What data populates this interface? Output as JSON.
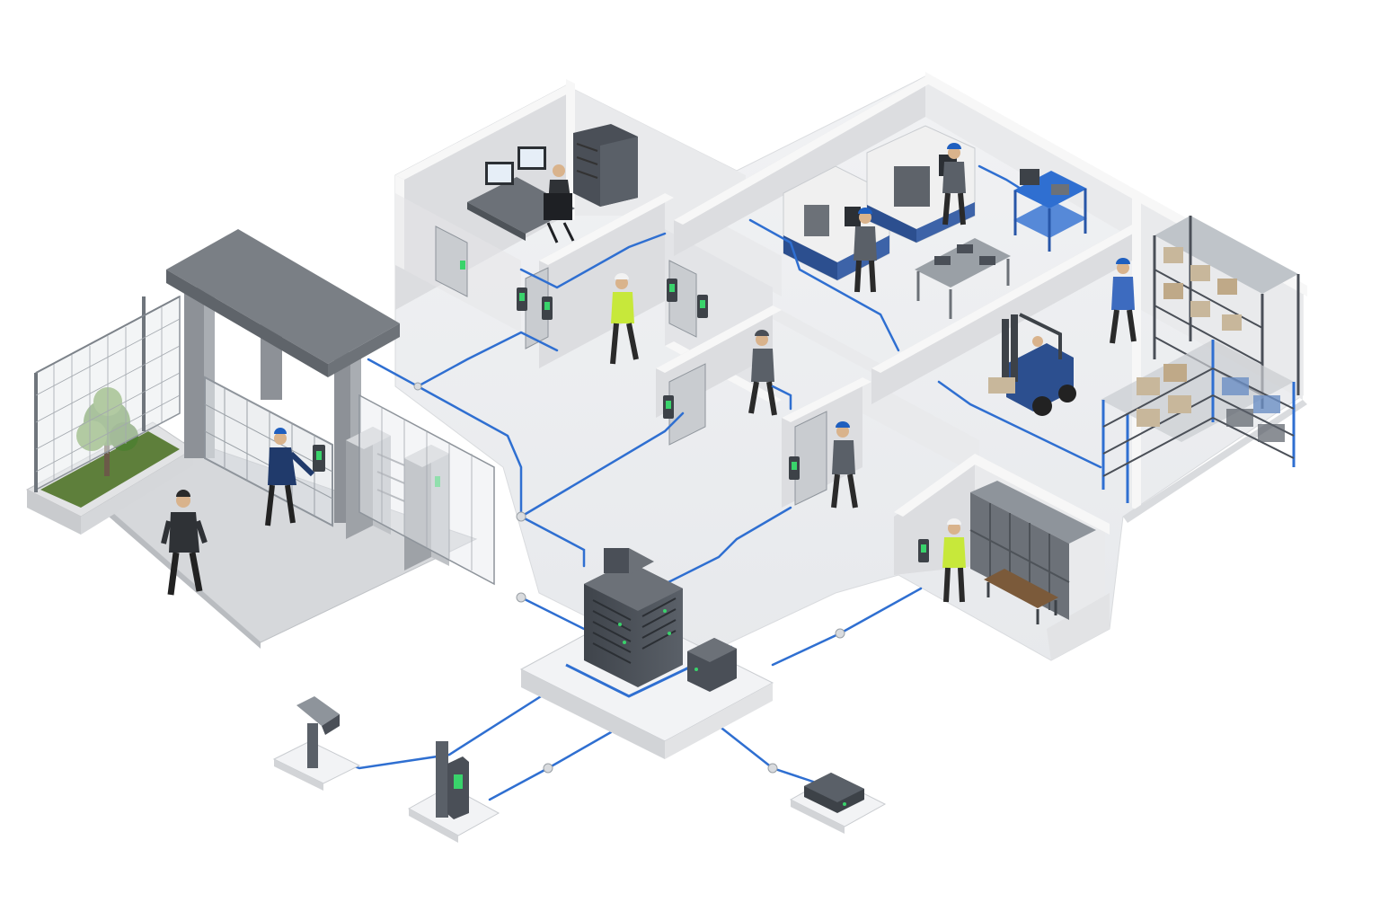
{
  "colors": {
    "background": "#ffffff",
    "floor": "#eef0f2",
    "wall_top": "#f7f7f7",
    "wall_left": "#dcdde0",
    "wall_right": "#e9eaec",
    "network_cable": "#2f6fd1",
    "server_body": "#4a4f57",
    "status_led": "#39d36b",
    "hardhat": "#1f5fbf",
    "safety_vest": "#c7e83a",
    "machine_blue": "#2c4f8f",
    "cardboard": "#c8b79b",
    "tree": "#5b8f3a"
  },
  "zones": [
    {
      "name": "entrance-gate",
      "icon": "canopy-gate-icon"
    },
    {
      "name": "security-control-room",
      "icon": "monitor-desk-icon"
    },
    {
      "name": "corridor-office",
      "icon": "door-icon"
    },
    {
      "name": "cnc-machine-workshop",
      "icon": "cnc-machine-icon"
    },
    {
      "name": "warehouse",
      "icon": "forklift-icon"
    },
    {
      "name": "locker-room",
      "icon": "locker-icon"
    },
    {
      "name": "server-hub",
      "icon": "server-rack-icon"
    }
  ],
  "devices": [
    {
      "type": "card-reader",
      "icon": "card-reader-icon"
    },
    {
      "type": "turnstile",
      "icon": "turnstile-icon"
    },
    {
      "type": "cctv-camera",
      "icon": "camera-icon"
    },
    {
      "type": "standalone-terminal",
      "icon": "terminal-icon"
    },
    {
      "type": "network-controller",
      "icon": "controller-box-icon"
    }
  ],
  "people": [
    {
      "role": "visitor",
      "icon": "person-suit-icon"
    },
    {
      "role": "employee",
      "icon": "person-hardhat-icon"
    },
    {
      "role": "worker-vest",
      "icon": "person-vest-icon"
    },
    {
      "role": "operator",
      "icon": "person-seated-icon"
    }
  ]
}
